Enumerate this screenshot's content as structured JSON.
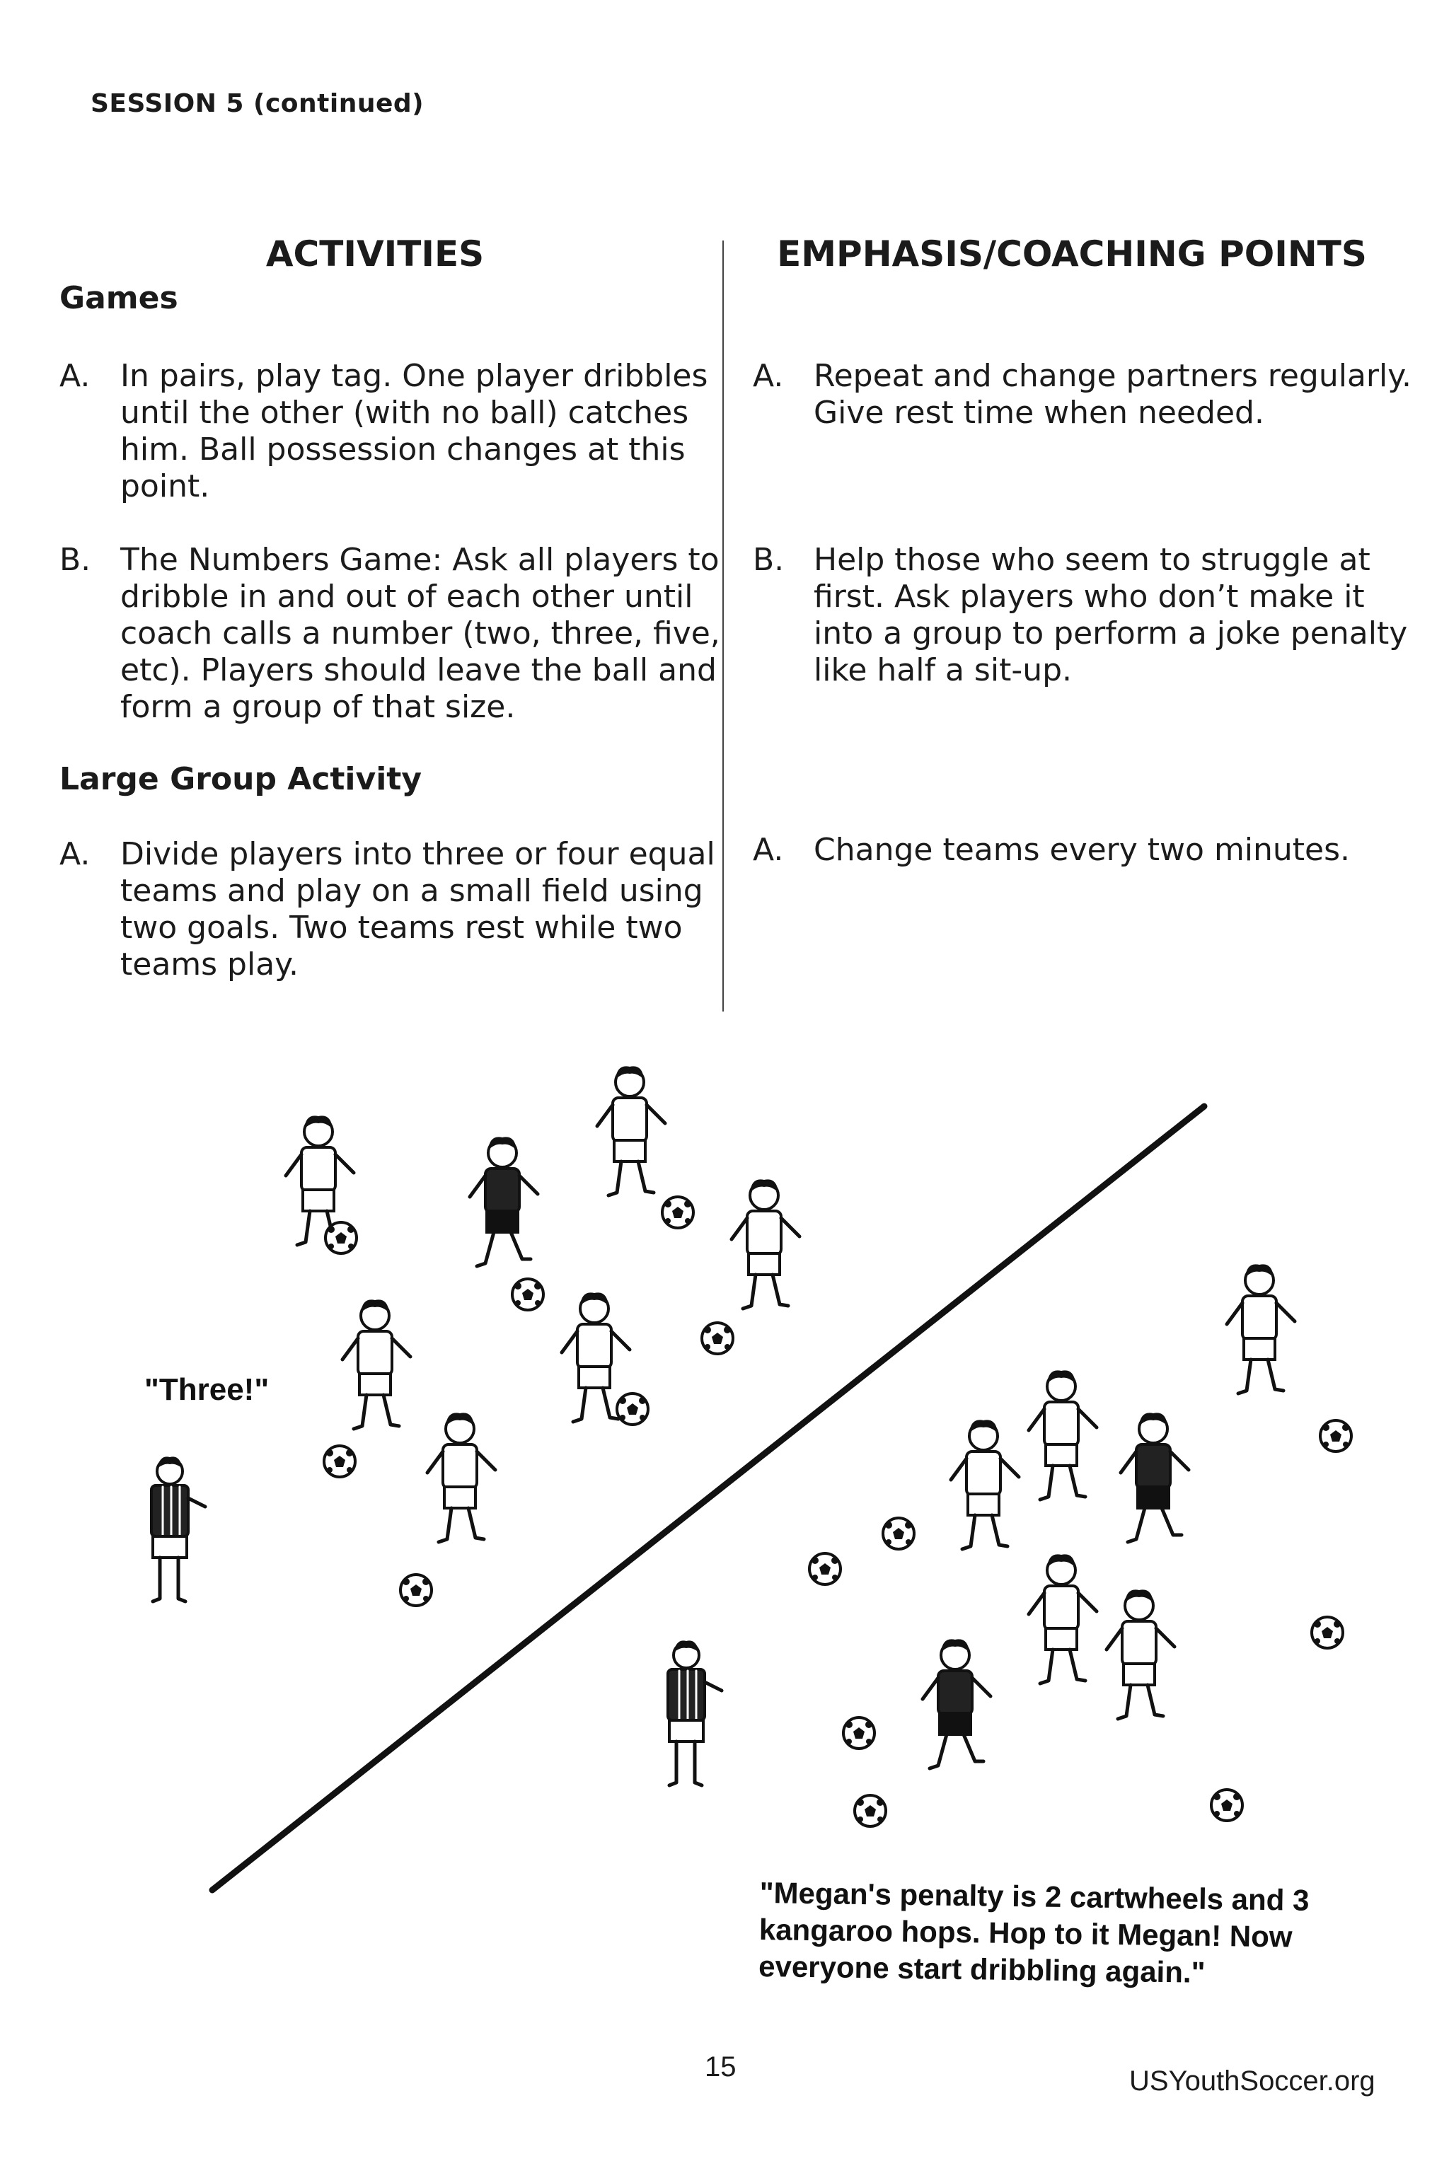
{
  "header": {
    "session": "SESSION 5 (continued)"
  },
  "columns": {
    "activities": "ACTIVITIES",
    "emphasis": "EMPHASIS/COACHING POINTS"
  },
  "games": {
    "title": "Games",
    "items": [
      {
        "letter": "A.",
        "activity": "In pairs, play tag. One player dribbles until the other (with no ball) catches him. Ball possession changes at this point.",
        "coaching": "Repeat and change partners regularly. Give rest time when needed."
      },
      {
        "letter": "B.",
        "activity": "The Numbers Game: Ask all players to dribble in and out of each other until coach calls a number (two, three, five, etc). Players should leave the ball and form a group of that size.",
        "coaching": "Help those who seem to struggle at first. Ask players who don’t make it into a group to perform a joke penalty like half a sit-up."
      }
    ]
  },
  "large_group": {
    "title": "Large Group Activity",
    "items": [
      {
        "letter": "A.",
        "activity": "Divide players into three or four equal teams and play on a small field using two goals. Two teams rest while two teams play.",
        "coaching": "Change teams every two minutes."
      }
    ]
  },
  "illustration": {
    "caption_three": "\"Three!\"",
    "caption_megan": "\"Megan's penalty is 2 cartwheels and 3 kangaroo hops.  Hop to it Megan! Now everyone start dribbling again.\""
  },
  "footer": {
    "page_number": "15",
    "site": "USYouthSoccer.org"
  }
}
